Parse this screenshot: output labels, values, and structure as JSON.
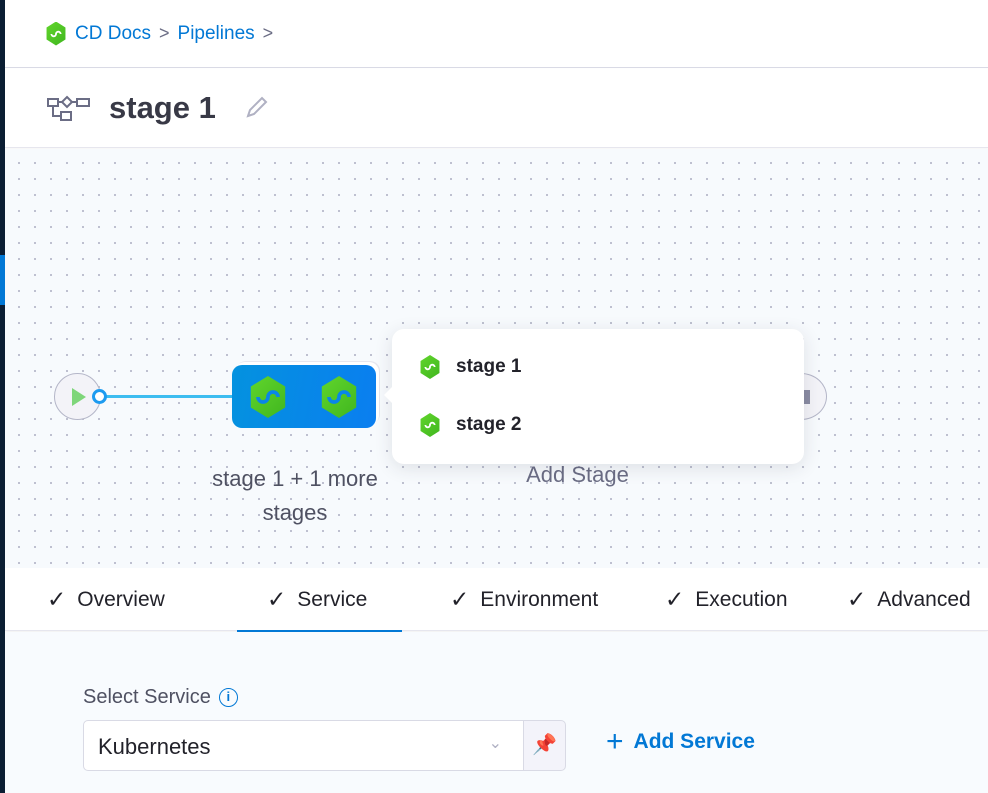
{
  "breadcrumb": {
    "items": [
      "CD Docs",
      "Pipelines"
    ],
    "separator": ">"
  },
  "header": {
    "title": "stage 1"
  },
  "canvas": {
    "group_label": "stage 1 + 1 more stages",
    "add_stage_label": "Add Stage",
    "popup": {
      "items": [
        {
          "label": "stage 1"
        },
        {
          "label": "stage 2"
        }
      ]
    }
  },
  "tabs": [
    {
      "label": "Overview",
      "check": "✓"
    },
    {
      "label": "Service",
      "check": "✓",
      "active": true
    },
    {
      "label": "Environment",
      "check": "✓"
    },
    {
      "label": "Execution",
      "check": "✓"
    },
    {
      "label": "Advanced",
      "check": "✓"
    }
  ],
  "service": {
    "label": "Select Service",
    "info_icon": "i",
    "value": "Kubernetes",
    "add_label": "Add Service",
    "add_icon": "+"
  },
  "colors": {
    "accent": "#0278d5",
    "stage_green": "#4cc425",
    "group_blue": "#0a86e8"
  }
}
